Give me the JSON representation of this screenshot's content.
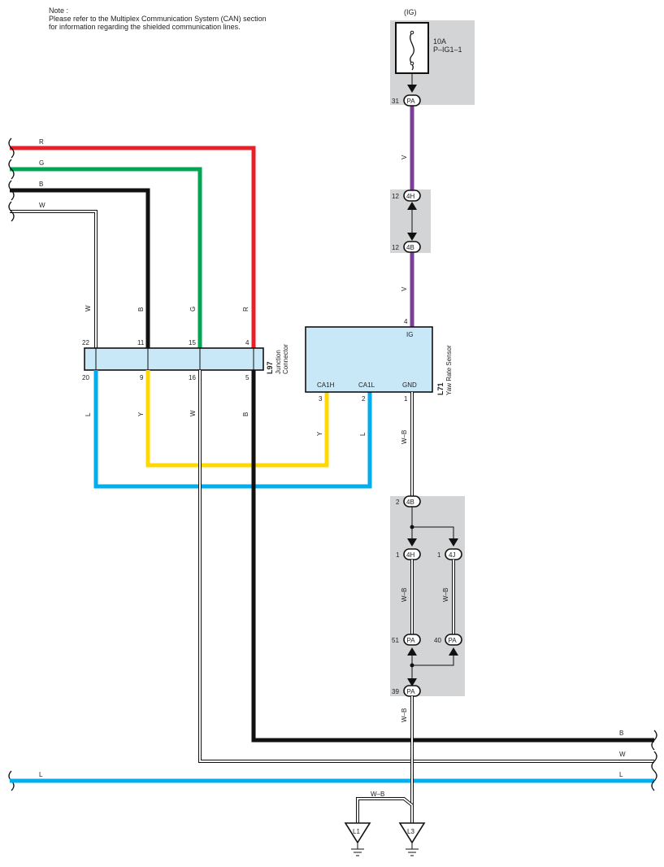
{
  "note": {
    "title": "Note :",
    "line1": "Please refer to the Multiplex Communication System (CAN) section",
    "line2": "for information regarding the shielded communication lines."
  },
  "power": {
    "source": "(IG)",
    "fuse_rating": "10A",
    "fuse_name": "P–IG1–1"
  },
  "connectors": {
    "pa_top": {
      "pin": "31",
      "name": "PA"
    },
    "c4h_top": {
      "pin": "12",
      "name": "4H"
    },
    "c4b_top": {
      "pin": "12",
      "name": "4B"
    },
    "c4b_low": {
      "pin": "2",
      "name": "4B"
    },
    "c4h_low": {
      "pin": "1",
      "name": "4H"
    },
    "c4j_low": {
      "pin": "1",
      "name": "4J"
    },
    "pa_51": {
      "pin": "51",
      "name": "PA"
    },
    "pa_40": {
      "pin": "40",
      "name": "PA"
    },
    "pa_39": {
      "pin": "39",
      "name": "PA"
    }
  },
  "junction": {
    "code": "L97",
    "name_line1": "Junction",
    "name_line2": "Connector",
    "top_pins": [
      "22",
      "11",
      "15",
      "4"
    ],
    "bottom_pins": [
      "20",
      "9",
      "16",
      "5"
    ]
  },
  "sensor": {
    "code": "L71",
    "name": "Yaw Rate Sensor",
    "pin_ig": "IG",
    "pin_ig_num": "4",
    "pin_ca1h": "CA1H",
    "pin_ca1h_num": "3",
    "pin_ca1l": "CA1L",
    "pin_ca1l_num": "2",
    "pin_gnd": "GND",
    "pin_gnd_num": "1"
  },
  "wire_colors": {
    "R": "R",
    "G": "G",
    "B": "B",
    "W": "W",
    "L": "L",
    "Y": "Y",
    "V": "V",
    "WB": "W–B"
  },
  "colors": {
    "red": "#e8202a",
    "green": "#00a651",
    "black": "#111111",
    "blue": "#00aeef",
    "yellow": "#ffd800",
    "violet": "#7b3f99",
    "shade": "#d3d4d6",
    "connector_fill": "#c8e8f8"
  },
  "grounds": {
    "left": "L1",
    "right": "L3"
  }
}
